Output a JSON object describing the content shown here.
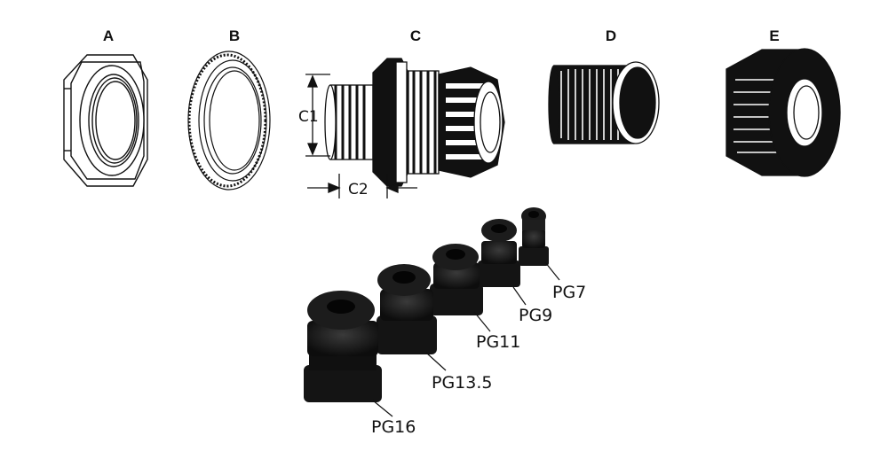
{
  "parts": [
    {
      "letter": "A"
    },
    {
      "letter": "B"
    },
    {
      "letter": "C"
    },
    {
      "letter": "D"
    },
    {
      "letter": "E"
    }
  ],
  "dimensions": {
    "c1": "C1",
    "c2": "C2"
  },
  "sizes": [
    "PG7",
    "PG9",
    "PG11",
    "PG13.5",
    "PG16"
  ],
  "colors": {
    "line": "#111111",
    "fill_dark": "#111111",
    "bg": "#ffffff"
  }
}
